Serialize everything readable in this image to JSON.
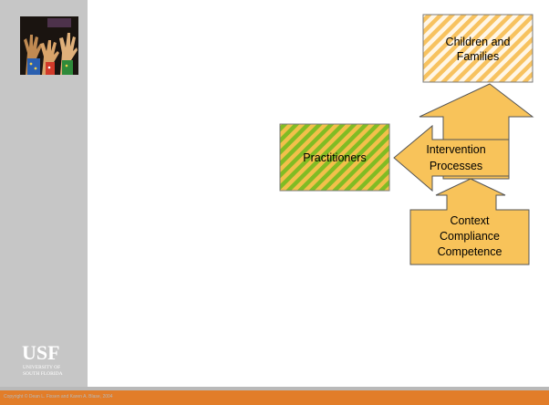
{
  "diagram": {
    "nodes": {
      "children_families": {
        "lines": [
          "Children and",
          "Families"
        ]
      },
      "practitioners": {
        "label": "Practitioners"
      },
      "intervention": {
        "lines": [
          "Intervention",
          "Processes"
        ]
      },
      "context": {
        "lines": [
          "Context",
          "Compliance",
          "Competence"
        ]
      }
    }
  },
  "footer": {
    "copyright": "Copyright © Dean L. Fixsen and Karen A. Blase, 2004"
  },
  "branding": {
    "logo_text": "USF",
    "logo_subtext": [
      "UNIVERSITY OF",
      "SOUTH FLORIDA"
    ]
  },
  "colors": {
    "sidebar": "#c6c6c6",
    "arrow_fill": "#f8c35a",
    "stripe_orange": "#f7c25f",
    "stripe_green": "#80bc24",
    "footer_orange": "#e27d29"
  }
}
